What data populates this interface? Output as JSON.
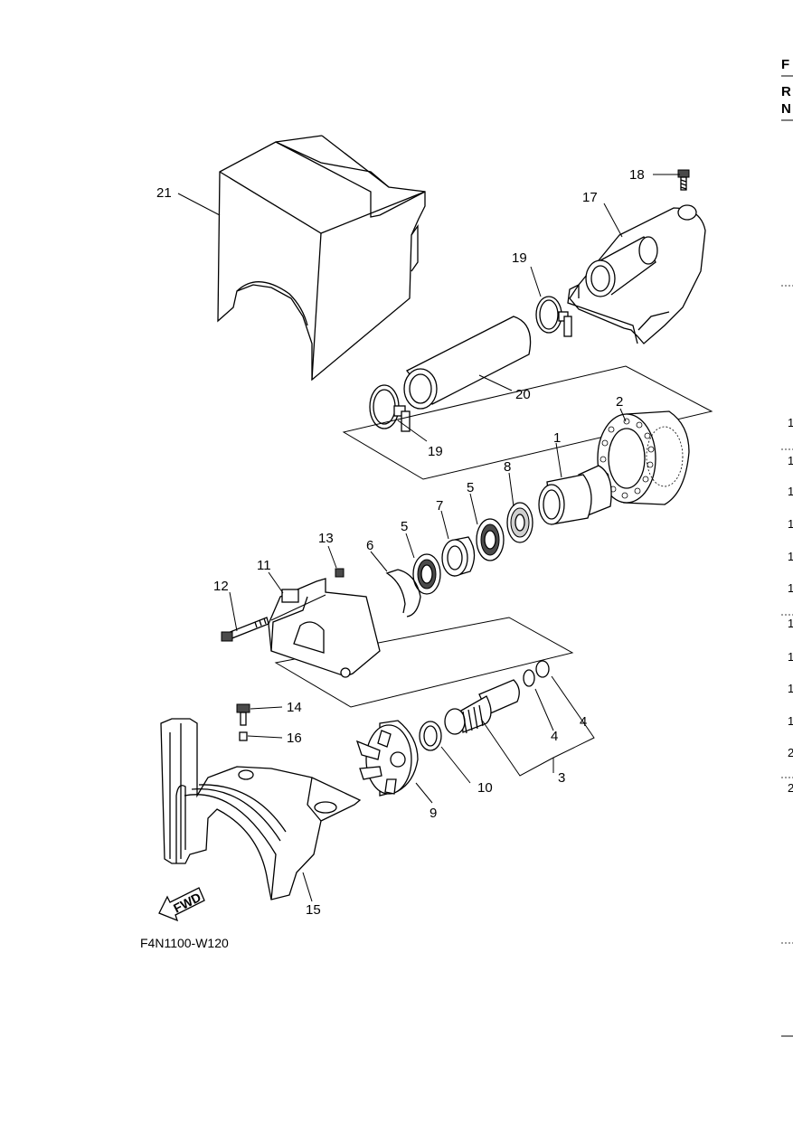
{
  "diagram": {
    "figure_code": "F4N1100-W120",
    "fwd_arrow_text": "FWD",
    "callouts": [
      "1",
      "2",
      "3",
      "4",
      "4",
      "5",
      "5",
      "6",
      "7",
      "8",
      "9",
      "10",
      "11",
      "12",
      "13",
      "14",
      "15",
      "16",
      "17",
      "18",
      "19",
      "19",
      "20",
      "21"
    ]
  },
  "right_edge": {
    "header_letters": [
      "F",
      "R",
      "N"
    ],
    "row_digits": [
      "1",
      "1",
      "1",
      "1",
      "1",
      "1",
      "1",
      "1",
      "1",
      "1",
      "2",
      "2"
    ]
  }
}
